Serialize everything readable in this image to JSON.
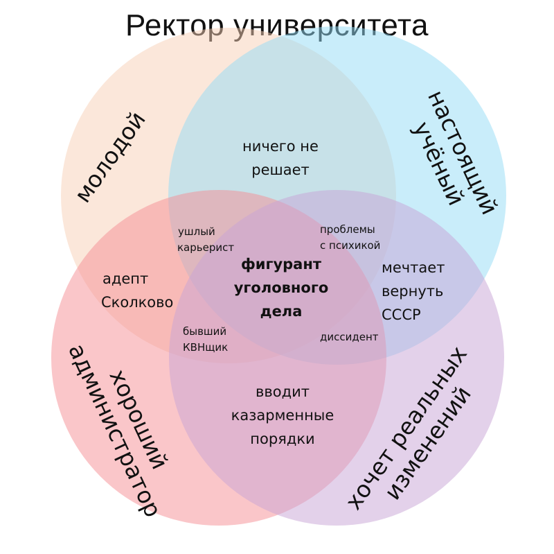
{
  "title": "Ректор университета",
  "sets": {
    "top_left": {
      "label": "молодой",
      "color": "#f7cfb6"
    },
    "top_right": {
      "label": [
        "настоящий",
        "учёный"
      ],
      "color": "#93dbf5"
    },
    "bottom_left": {
      "label": [
        "хороший",
        "администратор"
      ],
      "color": "#f58e93"
    },
    "bottom_right": {
      "label": [
        "хочет реальных",
        "изменений"
      ],
      "color": "#c7a3d6"
    }
  },
  "regions": {
    "top": [
      "ничего не",
      "решает"
    ],
    "left": [
      "адепт",
      "Сколково"
    ],
    "right": [
      "мечтает",
      "вернуть",
      "СССР"
    ],
    "bottom": [
      "вводит",
      "казарменные",
      "порядки"
    ],
    "upper_left": [
      "ушлый",
      "карьерист"
    ],
    "upper_right": [
      "проблемы",
      "с психикой"
    ],
    "lower_left": [
      "бывший",
      "КВНщик"
    ],
    "lower_right": "диссидент",
    "center": [
      "фигурант",
      "уголовного",
      "дела"
    ]
  }
}
